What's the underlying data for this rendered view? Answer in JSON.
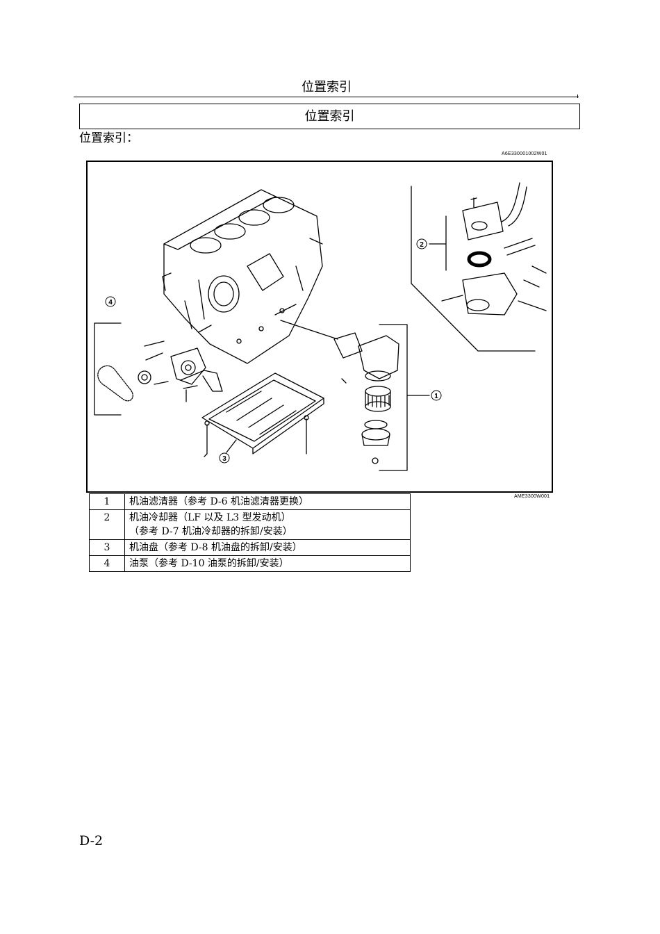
{
  "header": {
    "running_title": "位置索引"
  },
  "title_box": {
    "text": "位置索引"
  },
  "section_label": "位置索引：",
  "figure": {
    "code_top": "A6E330001002W01",
    "code_bottom": "AME3300W001",
    "callouts": [
      "1",
      "2",
      "3",
      "4"
    ]
  },
  "legend": {
    "rows": [
      {
        "num": "1",
        "line1": "机油滤清器（参考 D-6 机油滤清器更换）",
        "line2": ""
      },
      {
        "num": "2",
        "line1": "机油冷却器（LF 以及 L3 型发动机）",
        "line2": "（参考 D-7 机油冷却器的拆卸/安装）"
      },
      {
        "num": "3",
        "line1": "机油盘（参考 D-8 机油盘的拆卸/安装）",
        "line2": ""
      },
      {
        "num": "4",
        "line1": "油泵（参考 D-10 油泵的拆卸/安装）",
        "line2": ""
      }
    ]
  },
  "footer": {
    "page_number": "D-2"
  }
}
